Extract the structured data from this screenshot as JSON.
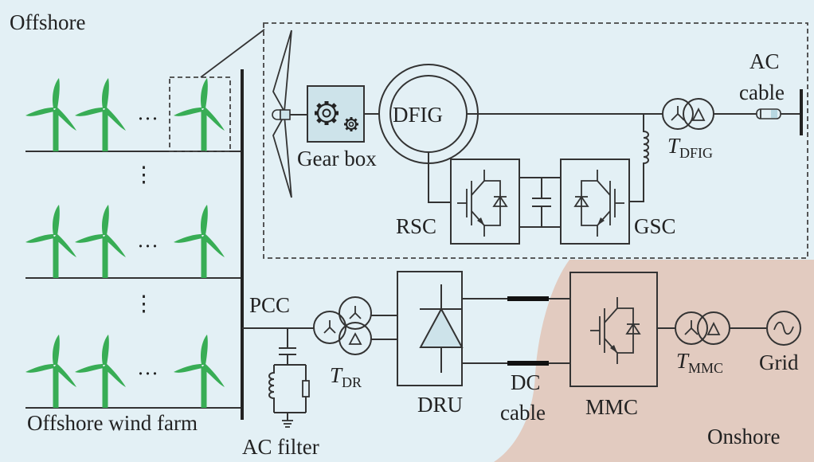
{
  "diagram": {
    "regions": {
      "offshore": "Offshore",
      "onshore": "Onshore",
      "wind_farm": "Offshore wind farm"
    },
    "wind_farm_rows": [
      {
        "turbines_shown": 3,
        "ellipsis": "···"
      },
      {
        "turbines_shown": 3,
        "ellipsis": "···"
      },
      {
        "turbines_shown": 3,
        "ellipsis": "···"
      }
    ],
    "vertical_ellipsis": "⋮",
    "turbine_detail": {
      "gearbox": "Gear box",
      "generator": "DFIG",
      "rsc": "RSC",
      "gsc": "GSC",
      "transformer": {
        "main": "T",
        "sub": "DFIG"
      },
      "ac_cable": {
        "line1": "AC",
        "line2": "cable"
      }
    },
    "transmission": {
      "pcc": "PCC",
      "ac_filter": "AC filter",
      "transformer_dr": {
        "main": "T",
        "sub": "DR"
      },
      "dru": "DRU",
      "dc_cable": {
        "line1": "DC",
        "line2": "cable"
      },
      "mmc": "MMC",
      "transformer_mmc": {
        "main": "T",
        "sub": "MMC"
      },
      "grid": "Grid"
    },
    "colors": {
      "offshore_bg": "#e3f0f5",
      "onshore_bg": "#e2cbc0",
      "turbine": "#38ad55",
      "gearbox_fill": "#cde3ea",
      "line": "#333333"
    }
  }
}
